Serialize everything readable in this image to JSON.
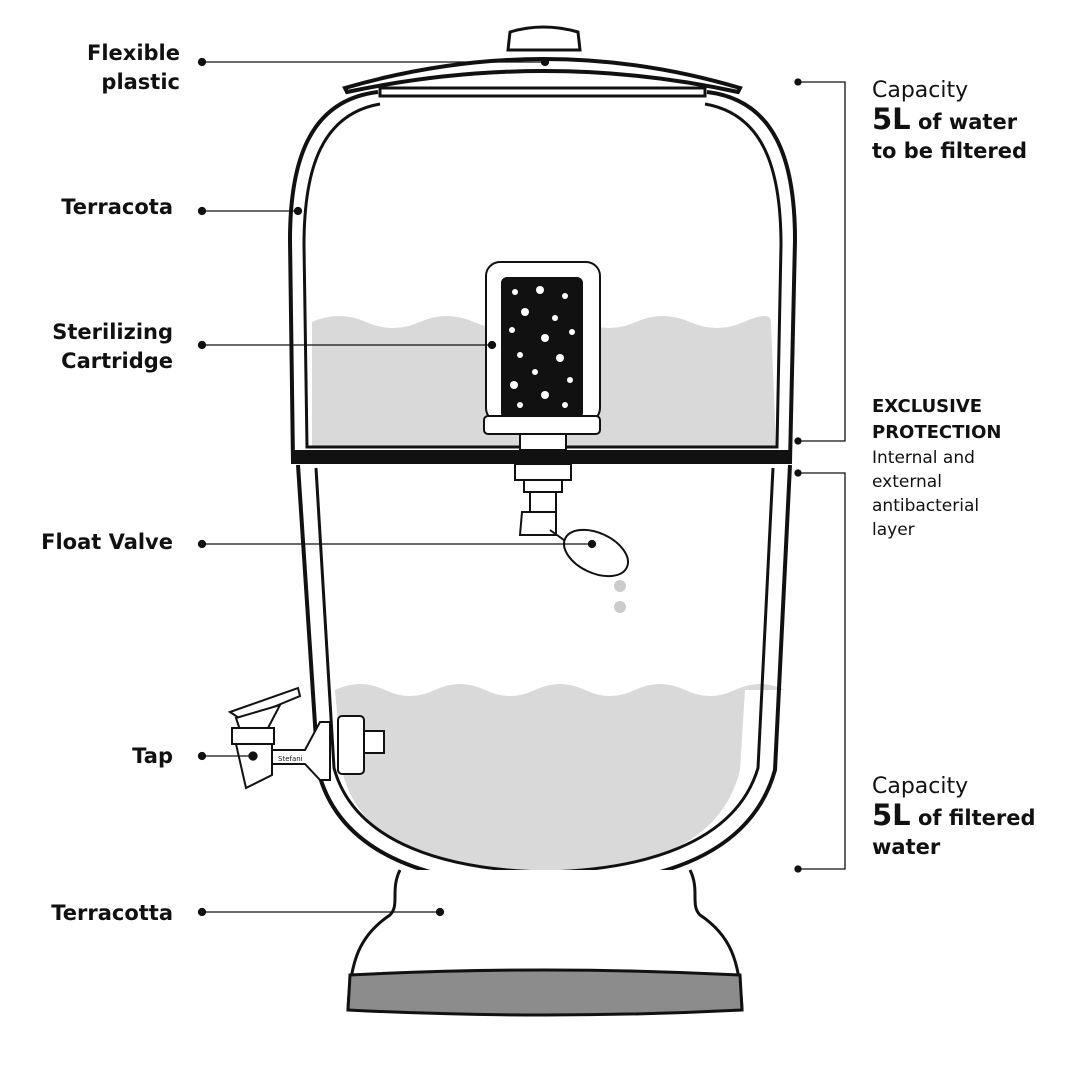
{
  "left_labels": {
    "flexible_plastic": "Flexible plastic",
    "terracota": "Terracota",
    "sterilizing_cartridge": "Sterilizing Cartridge",
    "float_valve": "Float Valve",
    "tap": "Tap",
    "terracotta": "Terracotta"
  },
  "right_top": {
    "caption": "Capacity",
    "amount": "5L",
    "desc1": "of water",
    "desc2": "to be filtered"
  },
  "right_middle": {
    "title1": "EXCLUSIVE",
    "title2": "PROTECTION",
    "desc": [
      "Internal and",
      "external",
      "antibacterial",
      "layer"
    ]
  },
  "right_bottom": {
    "caption": "Capacity",
    "amount": "5L",
    "desc1": "of filtered",
    "desc2": "water"
  },
  "tap_logo": "Stefani",
  "colors": {
    "line": "#111111",
    "water": "#d9d9d9",
    "base_band": "#8c8c8c"
  }
}
